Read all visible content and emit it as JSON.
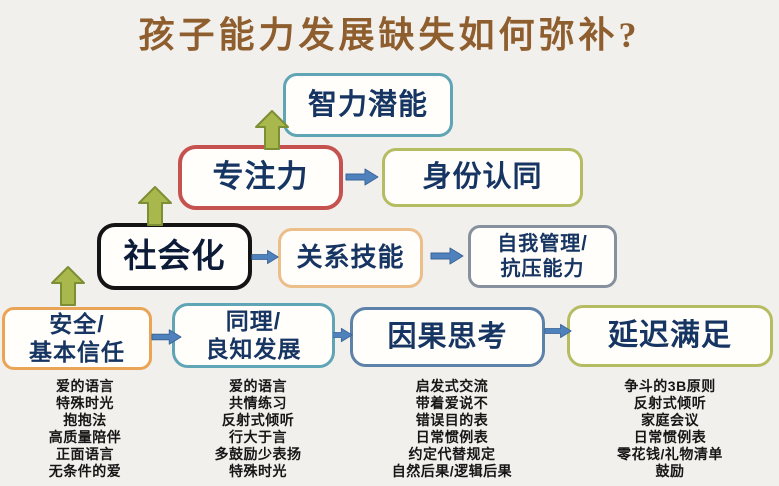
{
  "title": {
    "text": "孩子能力发展缺失如何弥补?",
    "color": "#8f5e2e"
  },
  "diagram": {
    "boxes": {
      "intellectual_potential": {
        "label": "智力潜能",
        "border_color": "#5fa5b5"
      },
      "focus": {
        "label": "专注力",
        "border_color": "#c5524e"
      },
      "identity": {
        "label": "身份认同",
        "border_color": "#b6bc61"
      },
      "socialization": {
        "label": "社会化",
        "border_color": "#141414"
      },
      "relationship_skills": {
        "label": "关系技能",
        "border_color": "#ecbe8a"
      },
      "self_management": {
        "line1": "自我管理/",
        "line2": "抗压能力",
        "border_color": "#87919d"
      },
      "safety_basic_trust": {
        "line1": "安全/",
        "line2": "基本信任",
        "border_color": "#e9a455"
      },
      "empathy_conscience": {
        "line1": "同理/",
        "line2": "良知发展",
        "border_color": "#5fa5b5"
      },
      "causal_thinking": {
        "label": "因果思考",
        "border_color": "#5d81a8"
      },
      "delayed_gratification": {
        "label": "延迟满足",
        "border_color": "#b6bc61"
      }
    },
    "arrow_colors": {
      "up_fill": "#a9b84c",
      "up_outline": "#7d8f35",
      "right_fill": "#4f81bd",
      "right_outline": "#3a6496"
    }
  },
  "method_lists": [
    {
      "items": [
        "爱的语言",
        "特殊时光",
        "抱抱法",
        "高质量陪伴",
        "正面语言",
        "无条件的爱"
      ]
    },
    {
      "items": [
        "爱的语言",
        "共情练习",
        "反射式倾听",
        "行大于言",
        "多鼓励少表扬",
        "特殊时光"
      ]
    },
    {
      "items": [
        "启发式交流",
        "带着爱说不",
        "错误目的表",
        "日常惯例表",
        "约定代替规定",
        "自然后果/逻辑后果"
      ]
    },
    {
      "items": [
        "争斗的3B原则",
        "反射式倾听",
        "家庭会议",
        "日常惯例表",
        "零花钱/礼物清单",
        "鼓励"
      ]
    }
  ]
}
